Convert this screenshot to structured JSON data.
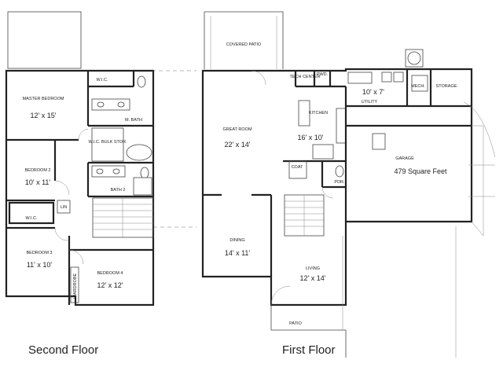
{
  "floors": {
    "second_title": "Second Floor",
    "first_title": "First Floor"
  },
  "second_floor": {
    "master_bedroom_name": "MASTER BEDROOM",
    "master_bedroom_dim": "12' x 15'",
    "wic_top": "W.I.C.",
    "m_bath": "M. BATH",
    "wic_bulk": "W.I.C. BULK STOR.",
    "bedroom2_name": "BEDROOM 2",
    "bedroom2_dim": "10' x 11'",
    "bath2": "BATH 2",
    "wic_left": "W.I.C.",
    "lin": "LIN",
    "bedroom3_name": "BEDROOM 3",
    "bedroom3_dim": "11' x 10'",
    "bedroom4_name": "BEDROOM 4",
    "bedroom4_dim": "12' x 12'",
    "wardrobe": "WARDROBE"
  },
  "first_floor": {
    "covered_patio": "COVERED PATIO",
    "tech_center": "TECH CENTER",
    "pwd": "PWD.",
    "mech": "MECH.",
    "storage": "STORAGE",
    "utility_dim": "10' x 7'",
    "utility": "UTILITY",
    "kitchen_name": "KITCHEN",
    "kitchen_dim": "16' x 10'",
    "great_room_name": "GREAT ROOM",
    "great_room_dim": "22' x 14'",
    "garage_name": "GARAGE",
    "garage_area": "479 Square Feet",
    "coat": "COAT",
    "pdr": "PDR.",
    "dining_name": "DINING",
    "dining_dim": "14' x 11'",
    "living_name": "LIVING",
    "living_dim": "12' x 14'",
    "patio": "PATIO"
  }
}
